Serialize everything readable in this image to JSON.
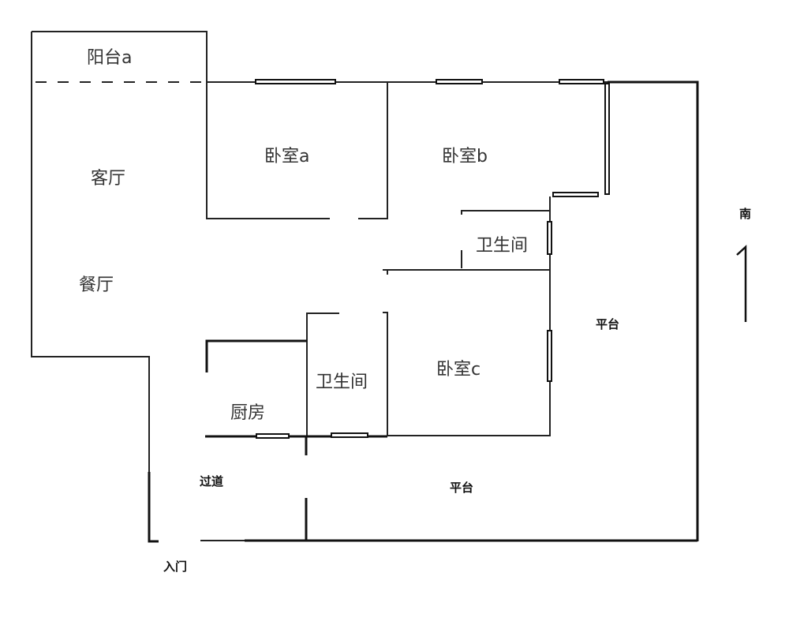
{
  "rooms": {
    "balcony_a": "阳台a",
    "living_room": "客厅",
    "dining_room": "餐厅",
    "bedroom_a": "卧室a",
    "bedroom_b": "卧室b",
    "bedroom_c": "卧室c",
    "bathroom_1": "卫生间",
    "bathroom_2": "卫生间",
    "kitchen": "厨房",
    "terrace_east": "平台",
    "terrace_south": "平台",
    "corridor": "过道",
    "entrance": "入门"
  },
  "compass": {
    "label": "南"
  }
}
